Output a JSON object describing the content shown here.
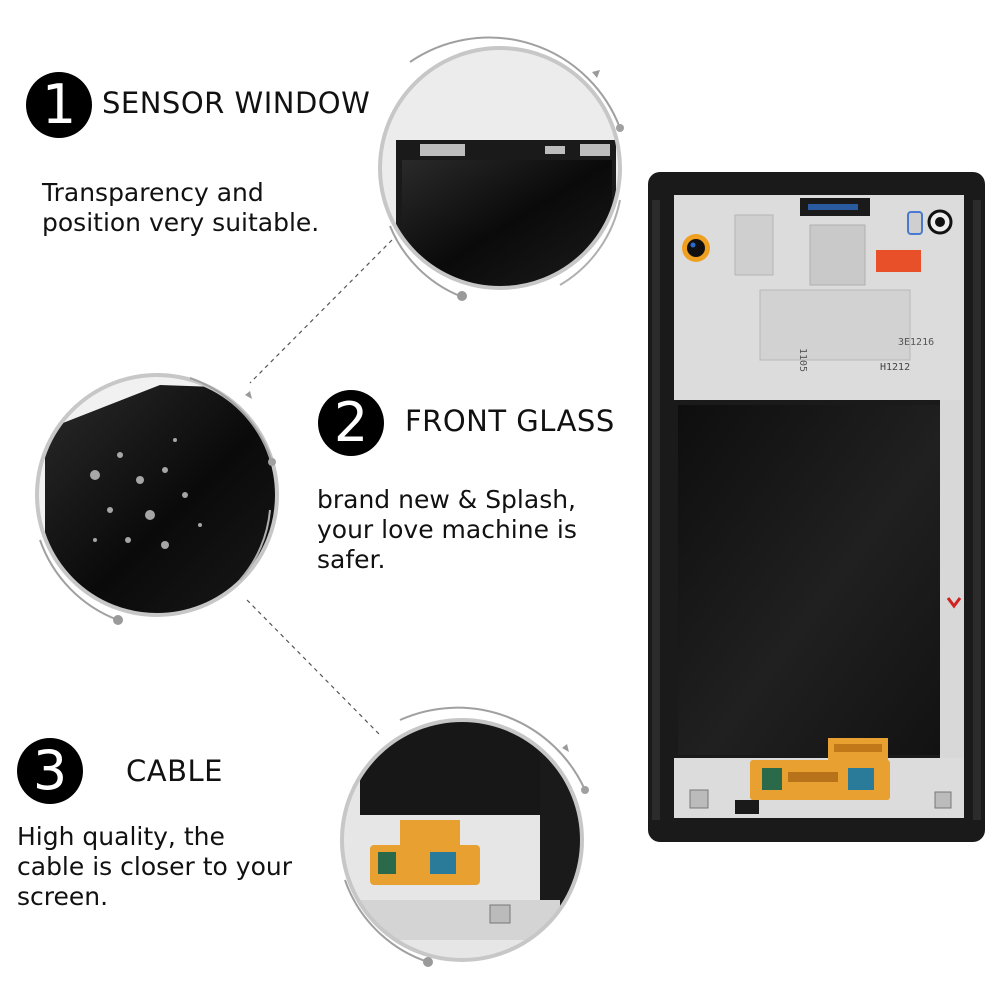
{
  "features": [
    {
      "number": "1",
      "title": "SENSOR WINDOW",
      "description": "Transparency and\nposition very suitable."
    },
    {
      "number": "2",
      "title": "FRONT GLASS",
      "description": "brand  new & Splash,\nyour love machine is\nsafer."
    },
    {
      "number": "3",
      "title": "CABLE",
      "description": "High quality, the\ncable is closer to your\nscreen."
    }
  ],
  "phone": {
    "stamp_1": "1105",
    "stamp_2": "3E1216",
    "stamp_3": "H1212"
  },
  "colors": {
    "badge": "#000000",
    "frame": "#1a1a1a",
    "panel": "#dcdcdc",
    "screen": "#161616",
    "flex_cable": "#e8a030",
    "sticker": "#e8502a"
  }
}
